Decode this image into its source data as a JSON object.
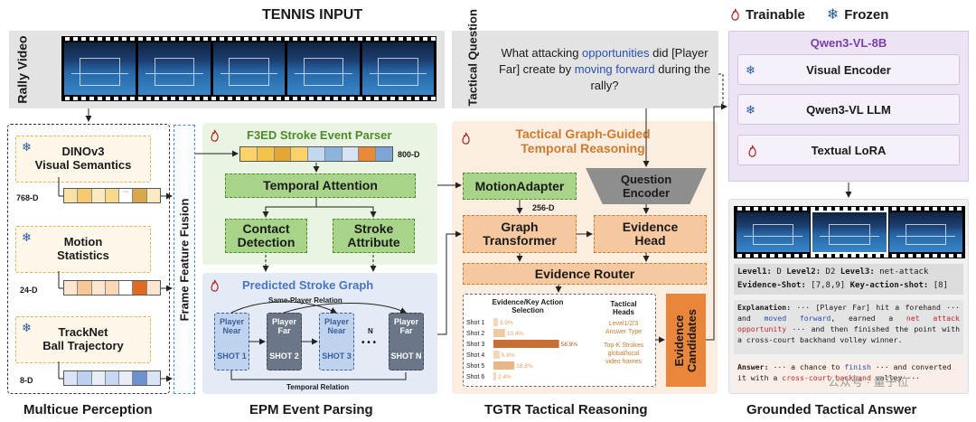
{
  "top": {
    "tennis_input": "TENNIS INPUT",
    "legend_trainable": "Trainable",
    "legend_frozen": "Frozen"
  },
  "rally": {
    "label": "Rally Video"
  },
  "question": {
    "side_label": "Tactical Question",
    "p1": "What attacking ",
    "w1": "opportunities",
    "p2": " did [Player Far] create by ",
    "w2": "moving forward",
    "p3": " during the rally?"
  },
  "qwen": {
    "title": "Qwen3-VL-8B",
    "visual_encoder": "Visual Encoder",
    "llm": "Qwen3-VL LLM",
    "lora": "Textual LoRA"
  },
  "perception": {
    "dinov3": "DINOv3 Visual Semantics",
    "dinov3_l1": "DINOv3",
    "dinov3_l2": "Visual Semantics",
    "dim1": "768-D",
    "motion_l1": "Motion",
    "motion_l2": "Statistics",
    "dim2": "24-D",
    "tracknet_l1": "TrackNet",
    "tracknet_l2": "Ball Trajectory",
    "dim3": "8-D",
    "fusion": "Frame Feature Fusion"
  },
  "epm": {
    "title": "F3ED Stroke Event Parser",
    "dim": "800-D",
    "temporal_attention": "Temporal Attention",
    "contact_l1": "Contact",
    "contact_l2": "Detection",
    "stroke_l1": "Stroke",
    "stroke_l2": "Attribute",
    "graph_title": "Predicted Stroke Graph",
    "same_player": "Same-Player Relation",
    "temporal_relation": "Temporal Relation",
    "n_label": "N",
    "dots": "• • •",
    "nodes": [
      {
        "player": "Player Near",
        "p1": "Player",
        "p2": "Near",
        "shot": "SHOT 1"
      },
      {
        "player": "Player Far",
        "p1": "Player",
        "p2": "Far",
        "shot": "SHOT 2"
      },
      {
        "player": "Player Near",
        "p1": "Player",
        "p2": "Near",
        "shot": "SHOT 3"
      },
      {
        "player": "Player Far",
        "p1": "Player",
        "p2": "Far",
        "shot": "SHOT N"
      }
    ]
  },
  "tgtr": {
    "title_l1": "Tactical Graph-Guided",
    "title_l2": "Temporal Reasoning",
    "motion_adapter": "MotionAdapter",
    "dim": "256-D",
    "question_encoder_l1": "Question",
    "question_encoder_l2": "Encoder",
    "graph_l1": "Graph",
    "graph_l2": "Transformer",
    "evidence_l1": "Evidence",
    "evidence_l2": "Head",
    "router": "Evidence Router",
    "sel_title_l1": "Evidence/Key Action",
    "sel_title_l2": "Selection",
    "heads_title_l1": "Tactical",
    "heads_title_l2": "Heads",
    "heads_l1": "Level1/2/3",
    "heads_l2": "Answer Type",
    "heads_l3": "Top-K Strokes",
    "heads_l4": "global/local",
    "heads_l5": "video frames",
    "candidates_l1": "Evidence",
    "candidates_l2": "Candidates"
  },
  "chart_data": {
    "type": "bar",
    "categories": [
      "Shot 1",
      "Shot 2",
      "Shot 3",
      "Shot 4",
      "Shot 5",
      "Shot 6"
    ],
    "values": [
      3.9,
      10.4,
      58.9,
      5.6,
      18.8,
      2.4
    ],
    "labels": [
      "3.9%",
      "10.4%",
      "58.9%",
      "5.6%",
      "18.8%",
      "2.4%"
    ],
    "xlim": [
      0,
      60
    ],
    "colors": [
      "#f2d7bd",
      "#f0c9a3",
      "#c96f36",
      "#f2d7bd",
      "#e9b68a",
      "#f2d7bd"
    ]
  },
  "answer": {
    "levels_l1": "Level1:",
    "levels_v1": " D ",
    "levels_l2": "Level2:",
    "levels_v2": " D2 ",
    "levels_l3": "Level3:",
    "levels_v3": " net-attack",
    "ev_label": "Evidence-Shot:",
    "ev_value": " [7,8,9] ",
    "key_label": "Key-action-shot:",
    "key_value": " [8]",
    "exp_label": "Explanation:",
    "exp_t1": " ··· [Player Far] hit a forehand ··· and ",
    "exp_w1": "moved forward",
    "exp_t2": ", earned a ",
    "exp_w2": "net attack opportunity",
    "exp_t3": " ··· and then finished the point with a cross-court backhand volley winner.",
    "ans_label": "Answer:",
    "ans_t1": " ··· a chance to ",
    "ans_w1": "finish",
    "ans_t2": " ··· and converted it with a ",
    "ans_w2": "cross-court backhand",
    "ans_t3": " volley ···",
    "watermark": "公众号 · 量子位"
  },
  "sections": {
    "perception": "Multicue Perception",
    "epm": "EPM Event Parsing",
    "tgtr": "TGTR Tactical Reasoning",
    "grounded": "Grounded Tactical Answer"
  }
}
